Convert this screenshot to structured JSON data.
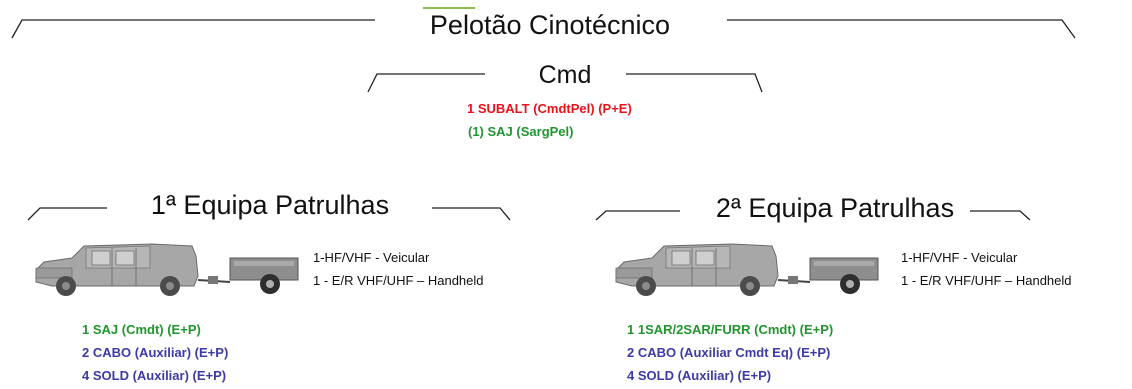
{
  "colors": {
    "red": "#e8141b",
    "green": "#21962e",
    "blue": "#3d3ba6",
    "text": "#111111"
  },
  "main_title": "Pelotão Cinotécnico",
  "cmd": {
    "title": "Cmd",
    "roles": [
      {
        "text": "1 SUBALT (CmdtPel) (P+E)",
        "color": "red"
      },
      {
        "text": "(1) SAJ (SargPel)",
        "color": "green"
      }
    ]
  },
  "teams": [
    {
      "title": "1ª Equipa Patrulhas",
      "comms": [
        "1-HF/VHF - Veicular",
        "1 - E/R VHF/UHF – Handheld"
      ],
      "roles": [
        {
          "text": "1 SAJ (Cmdt) (E+P)",
          "color": "green"
        },
        {
          "text": "2 CABO (Auxiliar) (E+P)",
          "color": "blue"
        },
        {
          "text": "4 SOLD (Auxiliar) (E+P)",
          "color": "blue"
        }
      ]
    },
    {
      "title": "2ª Equipa Patrulhas",
      "comms": [
        "1-HF/VHF - Veicular",
        "1 - E/R VHF/UHF – Handheld"
      ],
      "roles": [
        {
          "text": "1 1SAR/2SAR/FURR (Cmdt) (E+P)",
          "color": "green"
        },
        {
          "text": "2 CABO (Auxiliar Cmdt Eq) (E+P)",
          "color": "blue"
        },
        {
          "text": "4 SOLD (Auxiliar) (E+P)",
          "color": "blue"
        }
      ]
    }
  ]
}
